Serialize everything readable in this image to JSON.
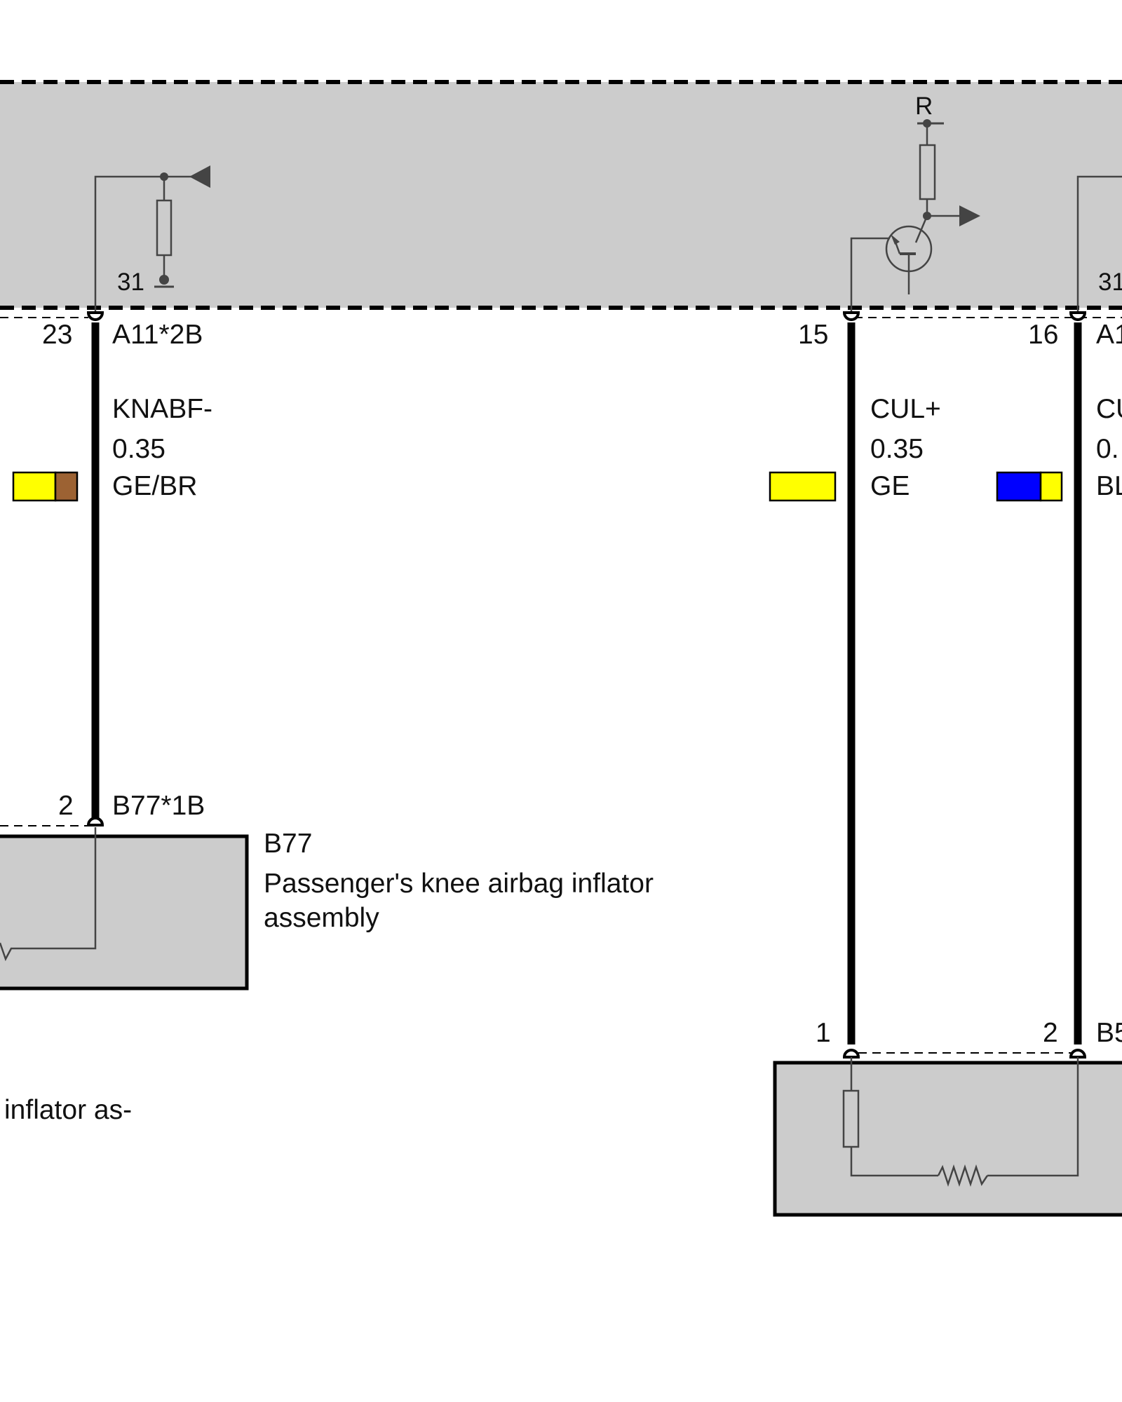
{
  "colors": {
    "module_fill": "#cccccc",
    "wire": "#000000",
    "symbol_line": "#444444",
    "yellow": "#ffff00",
    "brown": "#9c6233",
    "blue": "#0000ff"
  },
  "control_unit": {
    "ground_left": "31",
    "ground_right": "31",
    "reference_label": "R",
    "transistor_icon": "npn-transistor-icon",
    "output_arrow_icon": "arrow-right-icon",
    "input_arrow_icon": "arrow-left-icon"
  },
  "connectors": {
    "a11_2b": "A11*2B",
    "a11_right_partial": "A1",
    "b77_1b": "B77*1B",
    "b5_partial": "B5"
  },
  "pins": {
    "p23": "23",
    "p15": "15",
    "p16": "16",
    "b77_pin2": "2",
    "bot_pin1": "1",
    "bot_pin2": "2"
  },
  "wires": [
    {
      "signal": "KNABF-",
      "gauge": "0.35",
      "color_code": "GE/BR",
      "colors": [
        "yellow",
        "brown"
      ]
    },
    {
      "signal": "CUL+",
      "gauge": "0.35",
      "color_code": "GE",
      "colors": [
        "yellow"
      ]
    },
    {
      "signal": "CU",
      "gauge": "0.",
      "color_code": "BL",
      "colors": [
        "blue",
        "yellow"
      ]
    }
  ],
  "components": {
    "b77_id": "B77",
    "b77_name_line1": "Passenger's knee airbag inflator",
    "b77_name_line2": "assembly",
    "left_partial_text": "inflator as-"
  }
}
